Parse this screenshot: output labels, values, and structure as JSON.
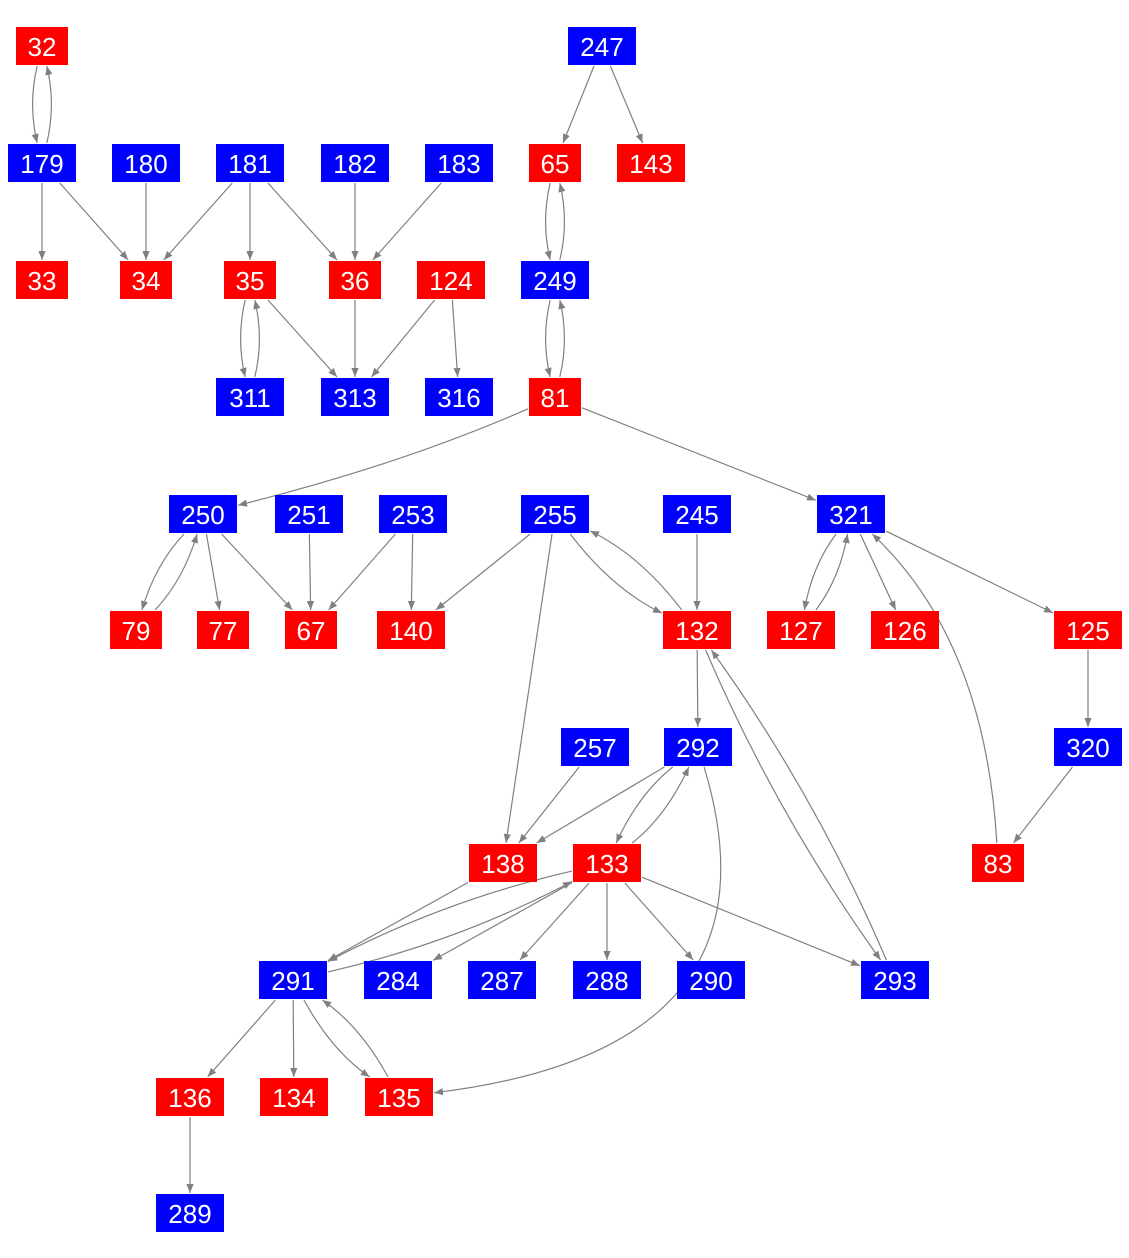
{
  "colors": {
    "red": "#ff0000",
    "blue": "#0000ff",
    "edge": "#808080"
  },
  "nodes": [
    {
      "id": "32",
      "color": "red"
    },
    {
      "id": "247",
      "color": "blue"
    },
    {
      "id": "179",
      "color": "blue"
    },
    {
      "id": "180",
      "color": "blue"
    },
    {
      "id": "181",
      "color": "blue"
    },
    {
      "id": "182",
      "color": "blue"
    },
    {
      "id": "183",
      "color": "blue"
    },
    {
      "id": "65",
      "color": "red"
    },
    {
      "id": "143",
      "color": "red"
    },
    {
      "id": "33",
      "color": "red"
    },
    {
      "id": "34",
      "color": "red"
    },
    {
      "id": "35",
      "color": "red"
    },
    {
      "id": "36",
      "color": "red"
    },
    {
      "id": "124",
      "color": "red"
    },
    {
      "id": "249",
      "color": "blue"
    },
    {
      "id": "311",
      "color": "blue"
    },
    {
      "id": "313",
      "color": "blue"
    },
    {
      "id": "316",
      "color": "blue"
    },
    {
      "id": "81",
      "color": "red"
    },
    {
      "id": "250",
      "color": "blue"
    },
    {
      "id": "251",
      "color": "blue"
    },
    {
      "id": "253",
      "color": "blue"
    },
    {
      "id": "255",
      "color": "blue"
    },
    {
      "id": "245",
      "color": "blue"
    },
    {
      "id": "321",
      "color": "blue"
    },
    {
      "id": "79",
      "color": "red"
    },
    {
      "id": "77",
      "color": "red"
    },
    {
      "id": "67",
      "color": "red"
    },
    {
      "id": "140",
      "color": "red"
    },
    {
      "id": "132",
      "color": "red"
    },
    {
      "id": "127",
      "color": "red"
    },
    {
      "id": "126",
      "color": "red"
    },
    {
      "id": "125",
      "color": "red"
    },
    {
      "id": "257",
      "color": "blue"
    },
    {
      "id": "292",
      "color": "blue"
    },
    {
      "id": "320",
      "color": "blue"
    },
    {
      "id": "138",
      "color": "red"
    },
    {
      "id": "133",
      "color": "red"
    },
    {
      "id": "83",
      "color": "red"
    },
    {
      "id": "291",
      "color": "blue"
    },
    {
      "id": "284",
      "color": "blue"
    },
    {
      "id": "287",
      "color": "blue"
    },
    {
      "id": "288",
      "color": "blue"
    },
    {
      "id": "290",
      "color": "blue"
    },
    {
      "id": "293",
      "color": "blue"
    },
    {
      "id": "136",
      "color": "red"
    },
    {
      "id": "134",
      "color": "red"
    },
    {
      "id": "135",
      "color": "red"
    },
    {
      "id": "289",
      "color": "blue"
    }
  ],
  "edges": [
    [
      "32",
      "179"
    ],
    [
      "179",
      "32"
    ],
    [
      "179",
      "33"
    ],
    [
      "179",
      "34"
    ],
    [
      "180",
      "34"
    ],
    [
      "181",
      "34"
    ],
    [
      "181",
      "35"
    ],
    [
      "181",
      "36"
    ],
    [
      "182",
      "36"
    ],
    [
      "183",
      "36"
    ],
    [
      "35",
      "311"
    ],
    [
      "311",
      "35"
    ],
    [
      "35",
      "313"
    ],
    [
      "36",
      "313"
    ],
    [
      "124",
      "313"
    ],
    [
      "124",
      "316"
    ],
    [
      "247",
      "65"
    ],
    [
      "247",
      "143"
    ],
    [
      "65",
      "249"
    ],
    [
      "249",
      "65"
    ],
    [
      "249",
      "81"
    ],
    [
      "81",
      "249"
    ],
    [
      "81",
      "250"
    ],
    [
      "81",
      "321"
    ],
    [
      "250",
      "79"
    ],
    [
      "79",
      "250"
    ],
    [
      "250",
      "77"
    ],
    [
      "250",
      "67"
    ],
    [
      "251",
      "67"
    ],
    [
      "253",
      "67"
    ],
    [
      "253",
      "140"
    ],
    [
      "255",
      "140"
    ],
    [
      "255",
      "132"
    ],
    [
      "132",
      "255"
    ],
    [
      "255",
      "138"
    ],
    [
      "245",
      "132"
    ],
    [
      "321",
      "127"
    ],
    [
      "127",
      "321"
    ],
    [
      "321",
      "126"
    ],
    [
      "321",
      "125"
    ],
    [
      "83",
      "321"
    ],
    [
      "125",
      "320"
    ],
    [
      "320",
      "83"
    ],
    [
      "132",
      "292"
    ],
    [
      "132",
      "293"
    ],
    [
      "293",
      "132"
    ],
    [
      "292",
      "138"
    ],
    [
      "257",
      "138"
    ],
    [
      "292",
      "133"
    ],
    [
      "133",
      "292"
    ],
    [
      "292",
      "135"
    ],
    [
      "138",
      "291"
    ],
    [
      "133",
      "291"
    ],
    [
      "291",
      "133"
    ],
    [
      "133",
      "284"
    ],
    [
      "133",
      "287"
    ],
    [
      "133",
      "288"
    ],
    [
      "133",
      "290"
    ],
    [
      "133",
      "293"
    ],
    [
      "291",
      "136"
    ],
    [
      "291",
      "134"
    ],
    [
      "291",
      "135"
    ],
    [
      "135",
      "291"
    ],
    [
      "136",
      "289"
    ]
  ]
}
